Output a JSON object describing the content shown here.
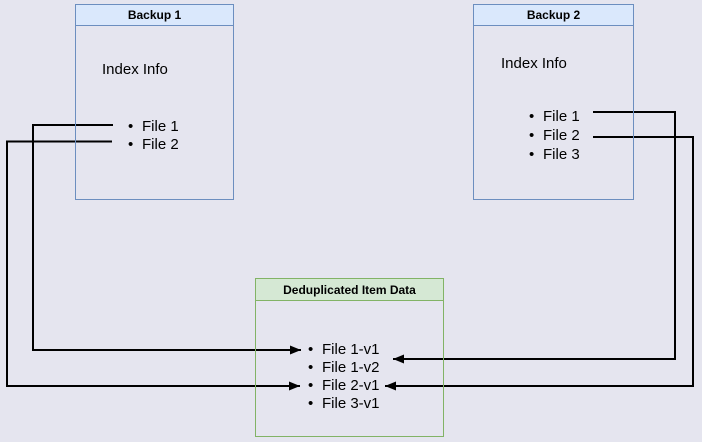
{
  "diagram": {
    "backup1": {
      "title": "Backup 1",
      "subtitle": "Index Info",
      "items": [
        "File 1",
        "File 2"
      ]
    },
    "backup2": {
      "title": "Backup 2",
      "subtitle": "Index Info",
      "items": [
        "File 1",
        "File 2",
        "File 3"
      ]
    },
    "dedup": {
      "title": "Deduplicated Item Data",
      "items": [
        "File 1-v1",
        "File 1-v2",
        "File 2-v1",
        "File 3-v1"
      ]
    },
    "edges": [
      {
        "from": "Backup 1 / File 1",
        "to": "Deduplicated Item Data / File 1-v1"
      },
      {
        "from": "Backup 1 / File 2",
        "to": "Deduplicated Item Data / File 2-v1"
      },
      {
        "from": "Backup 2 / File 1",
        "to": "Deduplicated Item Data / File 1-v2"
      },
      {
        "from": "Backup 2 / File 2",
        "to": "Deduplicated Item Data / File 2-v1"
      }
    ]
  },
  "colors": {
    "bg": "#e5e5ef",
    "blue_border": "#6c8ebf",
    "blue_fill": "#dae8fc",
    "green_border": "#82b366",
    "green_fill": "#d5e8d4",
    "line_color": "#000000",
    "text_color": "#000000"
  }
}
